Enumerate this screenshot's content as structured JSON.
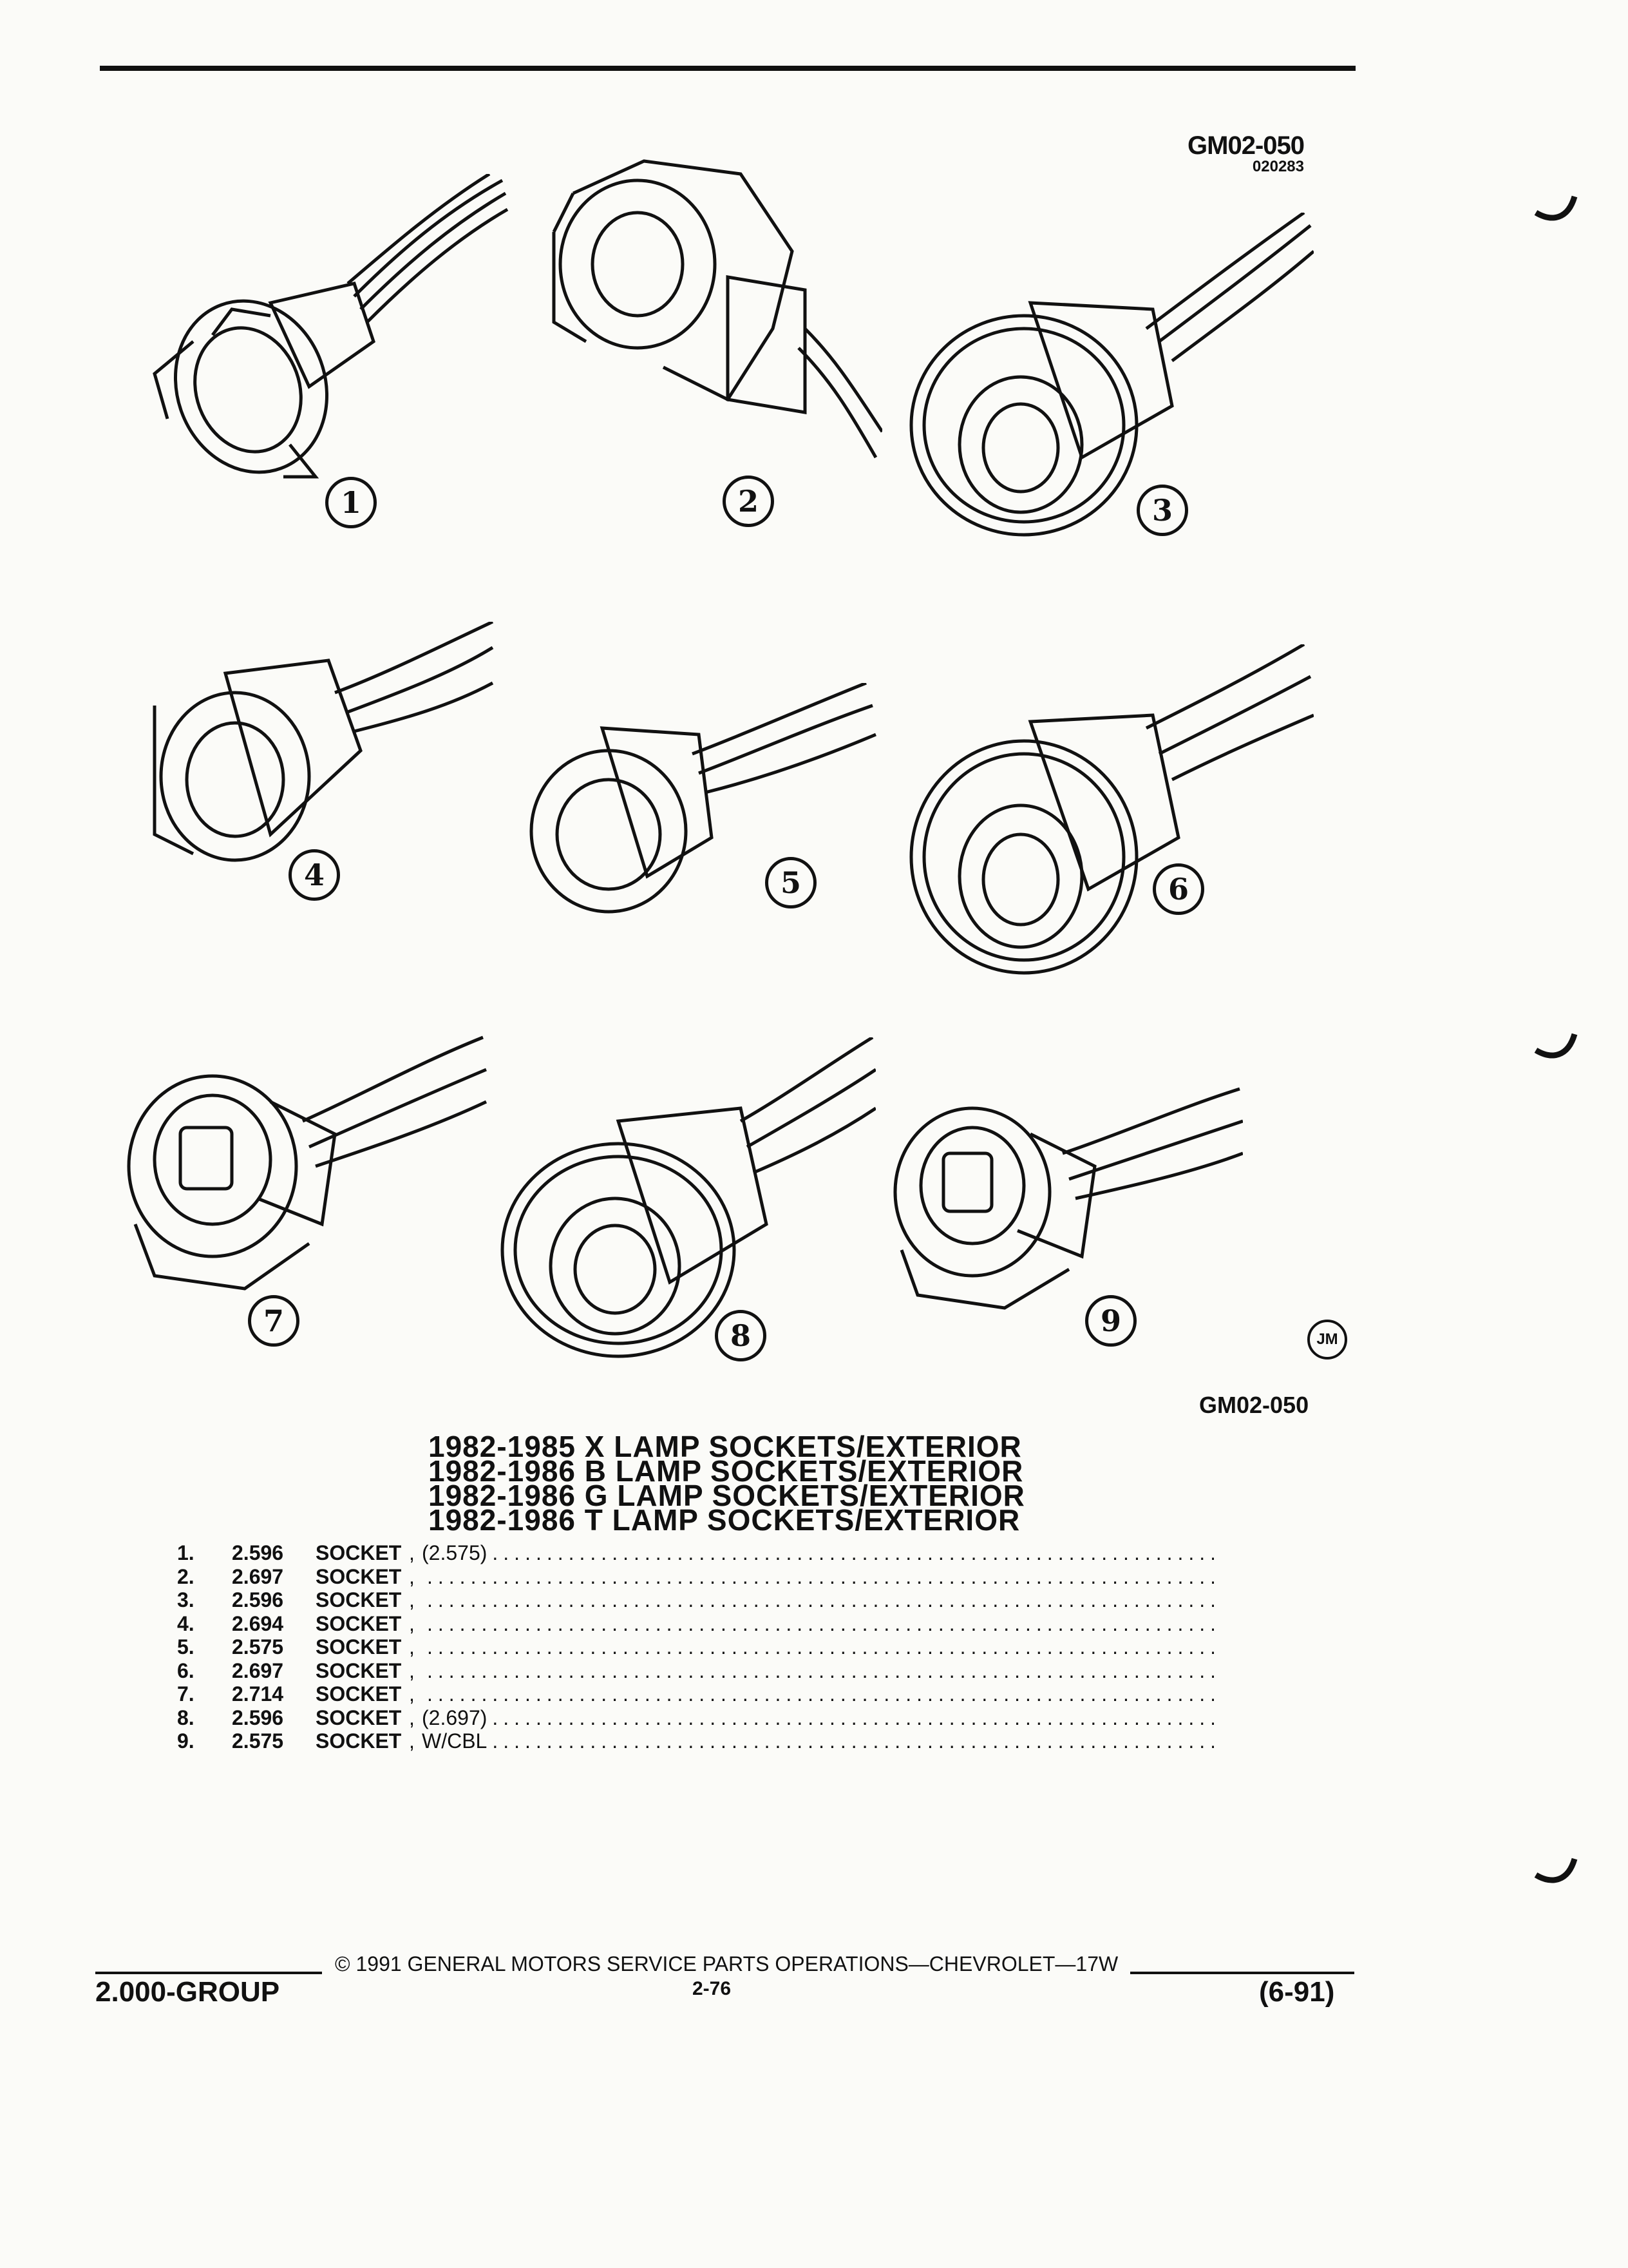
{
  "header": {
    "figure_code": "GM02-050",
    "figure_subcode": "020283"
  },
  "figure": {
    "callouts": [
      "1",
      "2",
      "3",
      "4",
      "5",
      "6",
      "7",
      "8",
      "9"
    ],
    "artist_mark": "JM",
    "figure_code": "GM02-050"
  },
  "titles": [
    "1982-1985 X LAMP SOCKETS/EXTERIOR",
    "1982-1986 B LAMP SOCKETS/EXTERIOR",
    "1982-1986 G LAMP SOCKETS/EXTERIOR",
    "1982-1986 T LAMP SOCKETS/EXTERIOR"
  ],
  "parts": [
    {
      "num": "1.",
      "code": "2.596",
      "name": "SOCKET",
      "sep": ",",
      "desc": "(2.575)"
    },
    {
      "num": "2.",
      "code": "2.697",
      "name": "SOCKET",
      "sep": ",",
      "desc": ""
    },
    {
      "num": "3.",
      "code": "2.596",
      "name": "SOCKET",
      "sep": ",",
      "desc": ""
    },
    {
      "num": "4.",
      "code": "2.694",
      "name": "SOCKET",
      "sep": ",",
      "desc": ""
    },
    {
      "num": "5.",
      "code": "2.575",
      "name": "SOCKET",
      "sep": ",",
      "desc": ""
    },
    {
      "num": "6.",
      "code": "2.697",
      "name": "SOCKET",
      "sep": ",",
      "desc": ""
    },
    {
      "num": "7.",
      "code": "2.714",
      "name": "SOCKET",
      "sep": ",",
      "desc": ""
    },
    {
      "num": "8.",
      "code": "2.596",
      "name": "SOCKET",
      "sep": ",",
      "desc": "(2.697)"
    },
    {
      "num": "9.",
      "code": "2.575",
      "name": "SOCKET",
      "sep": ",",
      "desc": "W/CBL"
    }
  ],
  "footer": {
    "copyright": "© 1991 GENERAL MOTORS SERVICE PARTS OPERATIONS—CHEVROLET—17W",
    "group": "2.000-GROUP",
    "page": "2-76",
    "date": "(6-91)"
  }
}
